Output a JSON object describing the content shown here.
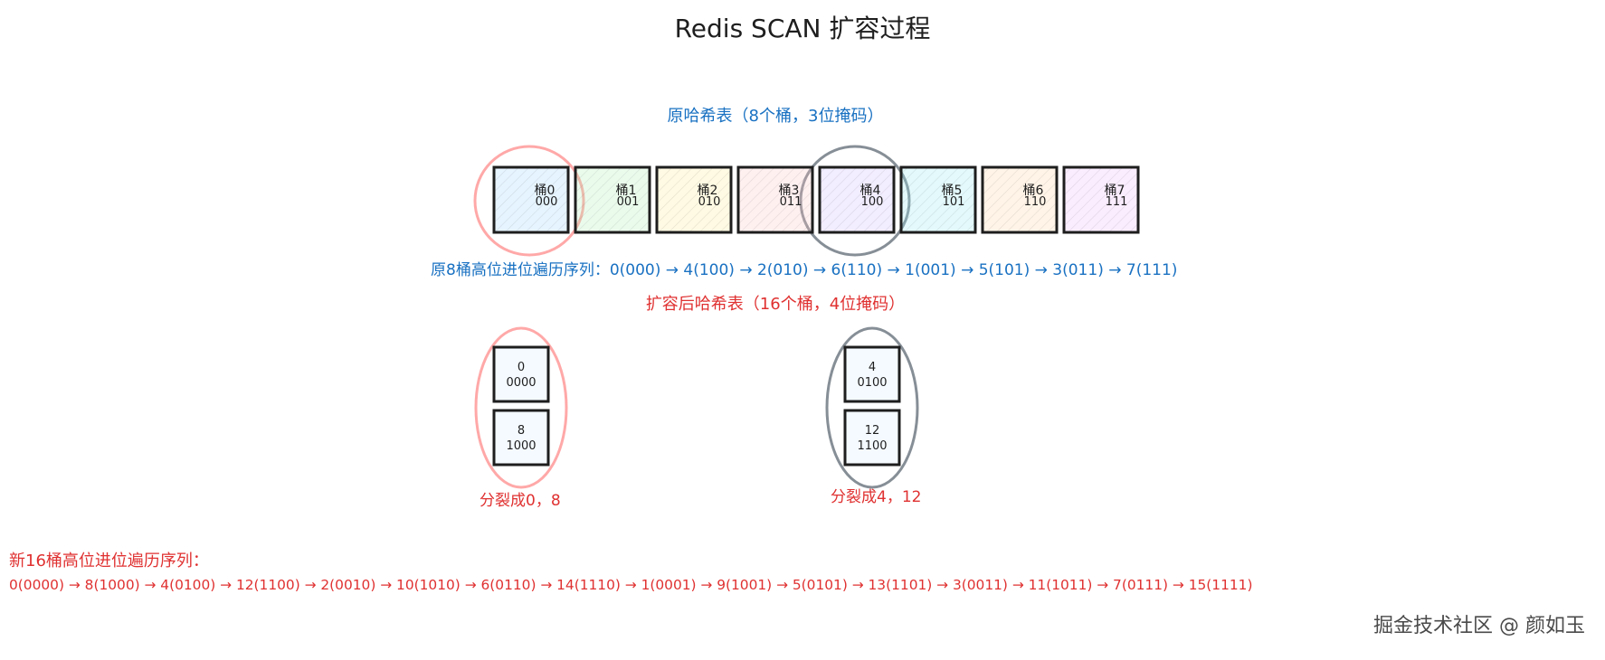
{
  "title": "Redis SCAN 扩容过程",
  "original_table": {
    "label": "原哈希表（8个桶，3位掩码）",
    "buckets": [
      {
        "name": "桶0",
        "bits": "000",
        "fill": "#a5d8ff",
        "highlight": "red"
      },
      {
        "name": "桶1",
        "bits": "001",
        "fill": "#b2f2bb",
        "highlight": null
      },
      {
        "name": "桶2",
        "bits": "010",
        "fill": "#ffec99",
        "highlight": null
      },
      {
        "name": "桶3",
        "bits": "011",
        "fill": "#ffc9c9",
        "highlight": null
      },
      {
        "name": "桶4",
        "bits": "100",
        "fill": "#d0bfff",
        "highlight": "gray"
      },
      {
        "name": "桶5",
        "bits": "101",
        "fill": "#99e9f2",
        "highlight": null
      },
      {
        "name": "桶6",
        "bits": "110",
        "fill": "#ffd8a8",
        "highlight": null
      },
      {
        "name": "桶7",
        "bits": "111",
        "fill": "#eebefa",
        "highlight": null
      }
    ],
    "sequence": "原8桶高位进位遍历序列：0(000) → 4(100) → 2(010) → 6(110) → 1(001) → 5(101) → 3(011) → 7(111)"
  },
  "expanded_table": {
    "label": "扩容后哈希表（16个桶，4位掩码）",
    "groups": [
      {
        "highlight": "red",
        "buckets": [
          {
            "name": "0",
            "bits": "0000"
          },
          {
            "name": "8",
            "bits": "1000"
          }
        ],
        "caption": "分裂成0，8"
      },
      {
        "highlight": "gray",
        "buckets": [
          {
            "name": "4",
            "bits": "0100"
          },
          {
            "name": "12",
            "bits": "1100"
          }
        ],
        "caption": "分裂成4，12"
      }
    ],
    "sequence_label": "新16桶高位进位遍历序列：",
    "sequence": "0(0000) → 8(1000) → 4(0100) → 12(1100) → 2(0010) → 10(1010) → 6(0110) → 14(1110) → 1(0001) → 9(1001) → 5(0101) → 13(1101) → 3(0011) → 11(1011) → 7(0111) → 15(1111)"
  },
  "colors": {
    "blue": "#1971c2",
    "red": "#e03131",
    "gray": "#868e96",
    "stroke": "#1e1e1e",
    "red_ellipse": "#ffa8a8"
  },
  "watermark": "掘金技术社区 @ 颜如玉"
}
